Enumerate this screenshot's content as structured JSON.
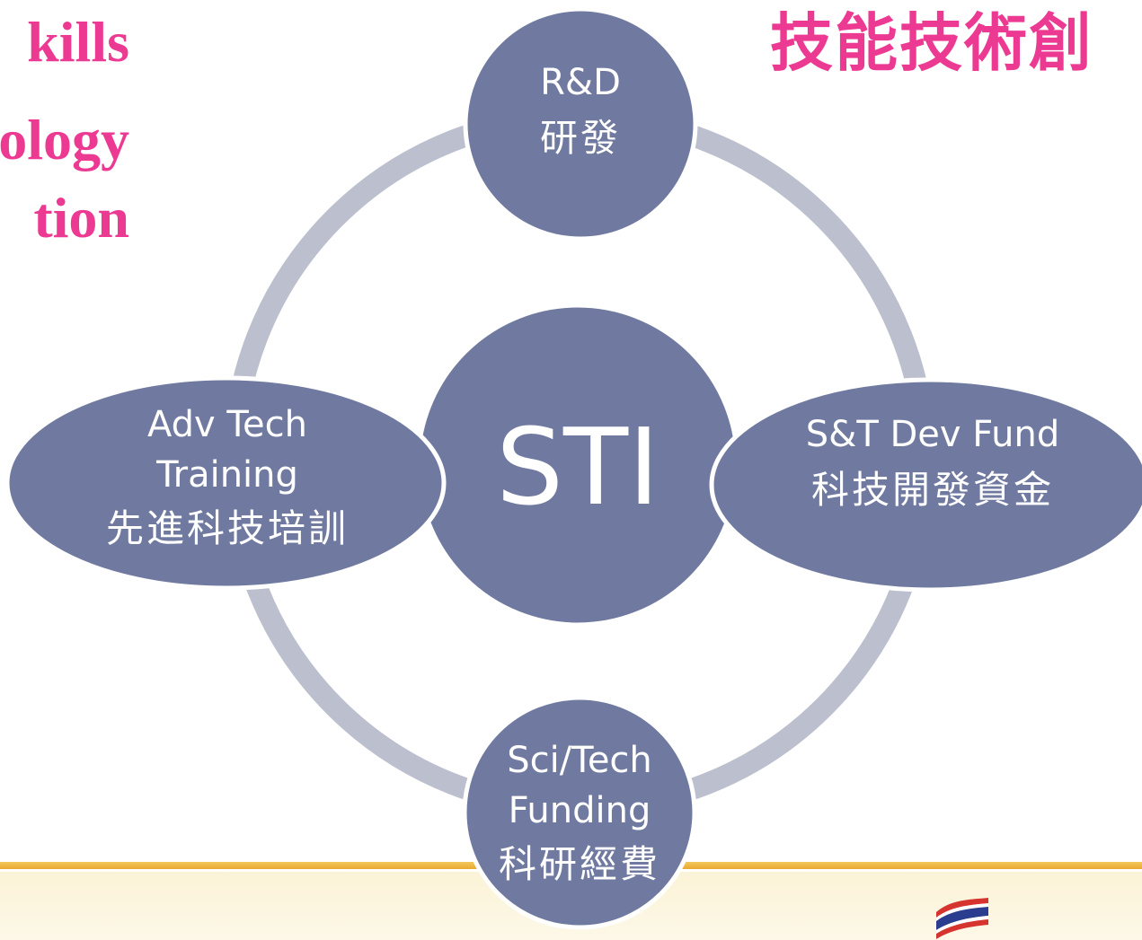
{
  "title": {
    "en_lines": [
      "kills",
      "ology",
      "tion"
    ],
    "zh": "技能技術創"
  },
  "diagram": {
    "hub": "STI",
    "nodes": [
      {
        "id": "top",
        "en": "R&D",
        "zh": "研發"
      },
      {
        "id": "right",
        "en": "S&T Dev Fund",
        "zh": "科技開發資金"
      },
      {
        "id": "bottom",
        "en": "Sci/Tech\nFunding",
        "zh": "科研經費"
      },
      {
        "id": "left",
        "en": "Adv Tech\nTraining",
        "zh": "先進科技培訓"
      }
    ]
  },
  "colors": {
    "title": "#ec3a93",
    "node_fill": "#707aa0",
    "ring": "#bcbfcd",
    "node_text": "#ffffff",
    "footer_rule": "#f0bd48",
    "footer_band": "#fbf3d6"
  },
  "footer": {
    "icon": "flag-icon"
  }
}
